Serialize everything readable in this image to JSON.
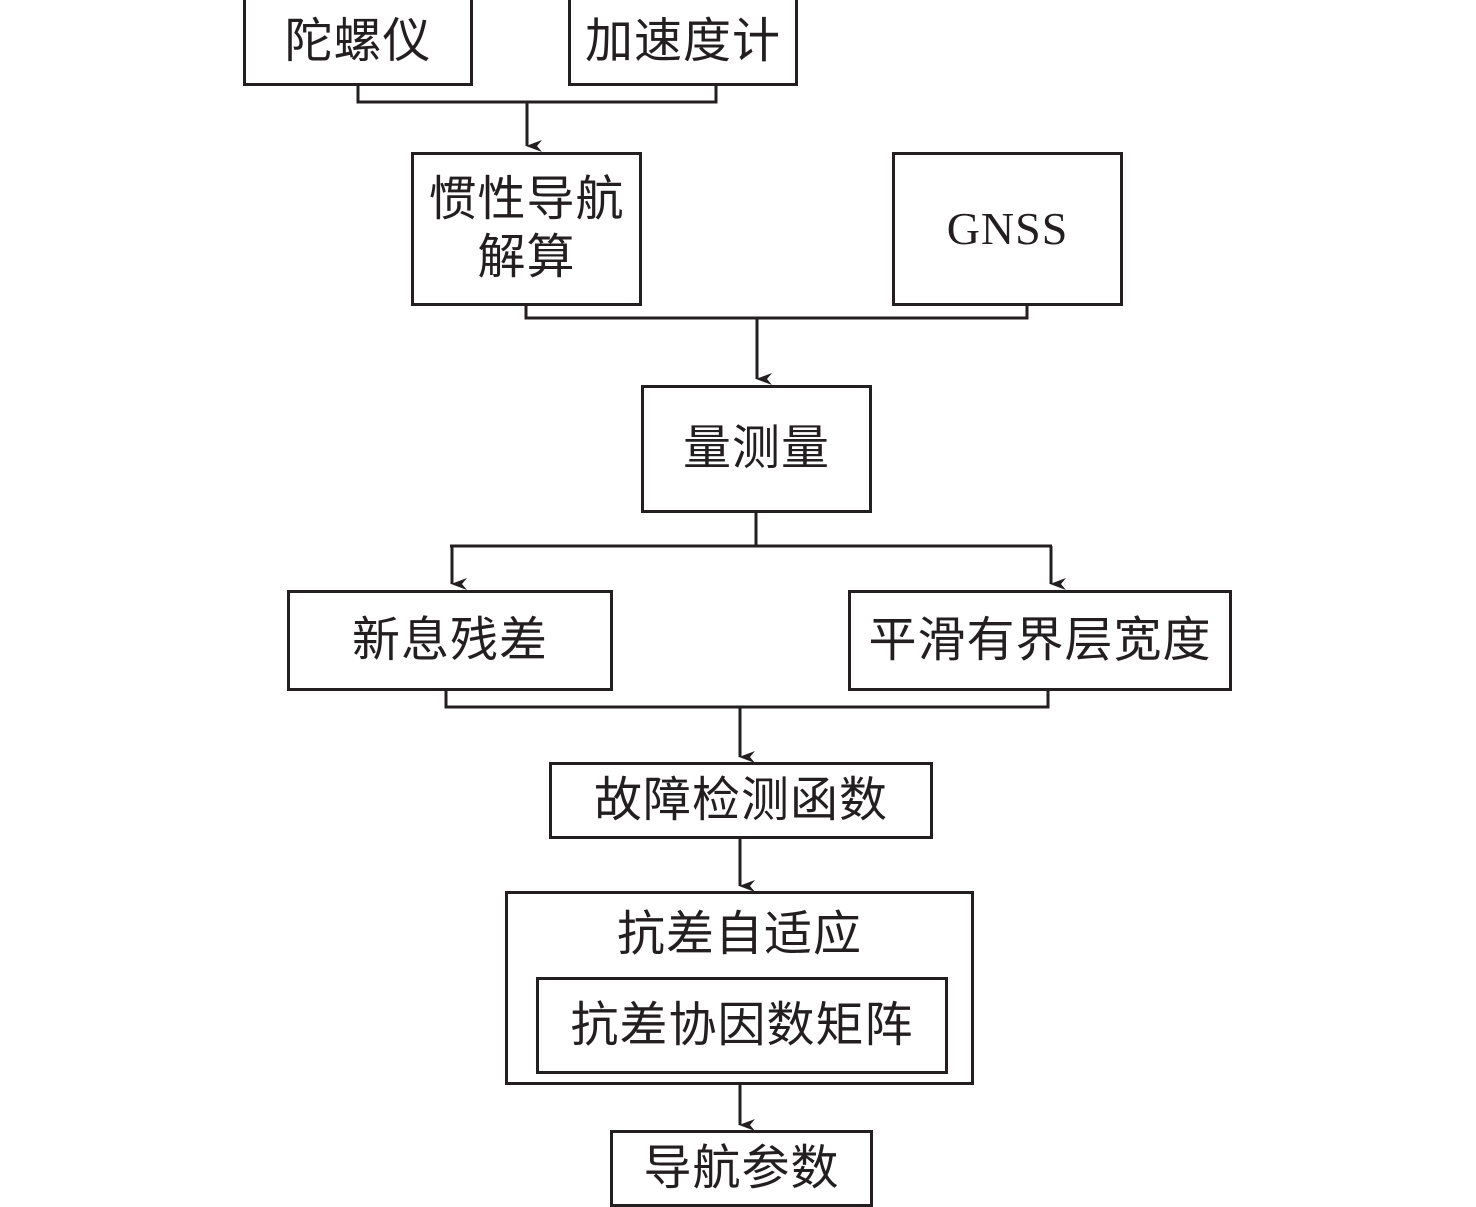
{
  "diagram": {
    "nodes": {
      "gyroscope": "陀螺仪",
      "accelerometer": "加速度计",
      "ins_solution_line1": "惯性导航",
      "ins_solution_line2": "解算",
      "gnss": "GNSS",
      "measurement": "量测量",
      "innovation_residual": "新息残差",
      "smooth_boundary_layer_width": "平滑有界层宽度",
      "fault_detection_function": "故障检测函数",
      "robust_adaptive": "抗差自适应",
      "robust_cofactor_matrix": "抗差协因数矩阵",
      "navigation_parameters": "导航参数"
    },
    "edges": [
      {
        "from": [
          "陀螺仪",
          "加速度计"
        ],
        "to": "惯性导航解算"
      },
      {
        "from": [
          "惯性导航解算",
          "GNSS"
        ],
        "to": "量测量"
      },
      {
        "from": [
          "量测量"
        ],
        "to": [
          "新息残差",
          "平滑有界层宽度"
        ]
      },
      {
        "from": [
          "新息残差",
          "平滑有界层宽度"
        ],
        "to": "故障检测函数"
      },
      {
        "from": [
          "故障检测函数"
        ],
        "to": "抗差自适应"
      },
      {
        "from": [
          "抗差自适应"
        ],
        "to": "导航参数"
      }
    ]
  }
}
